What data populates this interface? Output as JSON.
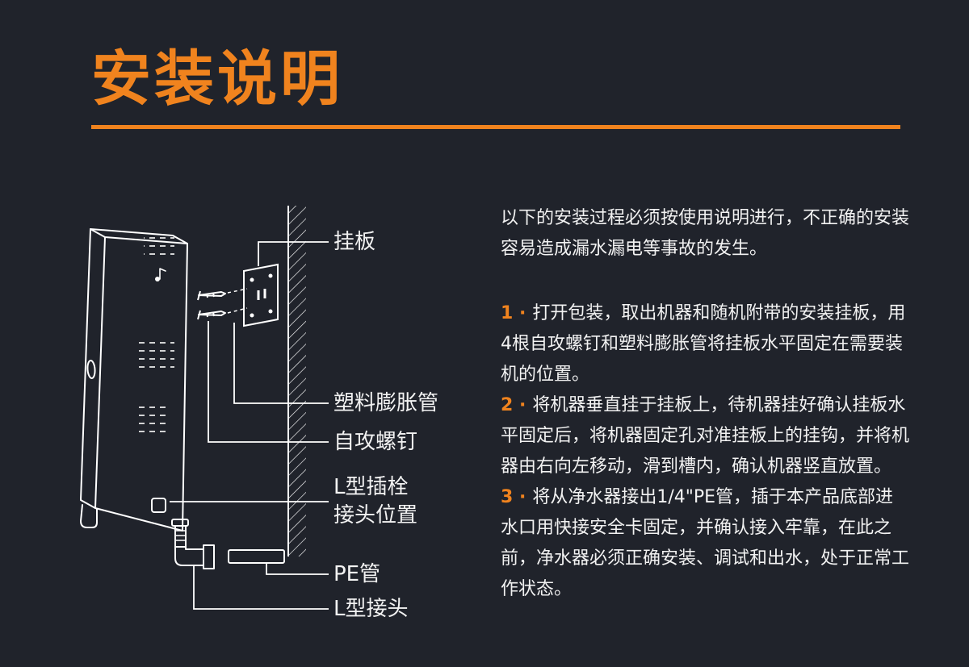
{
  "colors": {
    "background": "#20232b",
    "accent": "#f0831e",
    "text": "#f2f2f2"
  },
  "header": {
    "title": "安装说明"
  },
  "diagram": {
    "labels": {
      "mounting_plate": "挂板",
      "expansion_tube": "塑料膨胀管",
      "self_tapping_screw": "自攻螺钉",
      "l_plug_line1": "L型插栓",
      "l_plug_line2": "接头位置",
      "pe_pipe": "PE管",
      "l_connector": "L型接头"
    }
  },
  "instructions": {
    "intro": "以下的安装过程必须按使用说明进行，不正确的安装容易造成漏水漏电等事故的发生。",
    "steps": [
      {
        "num": "1 ·",
        "text": "打开包装，取出机器和随机附带的安装挂板，用4根自攻螺钉和塑料膨胀管将挂板水平固定在需要装机的位置。"
      },
      {
        "num": "2 ·",
        "text": "将机器垂直挂于挂板上，待机器挂好确认挂板水平固定后，将机器固定孔对准挂板上的挂钩，并将机器由右向左移动，滑到槽内，确认机器竖直放置。"
      },
      {
        "num": "3 ·",
        "text": "将从净水器接出1/4\"PE管，插于本产品底部进水口用快接安全卡固定，并确认接入牢靠，在此之前，净水器必须正确安装、调试和出水，处于正常工作状态。"
      }
    ]
  }
}
